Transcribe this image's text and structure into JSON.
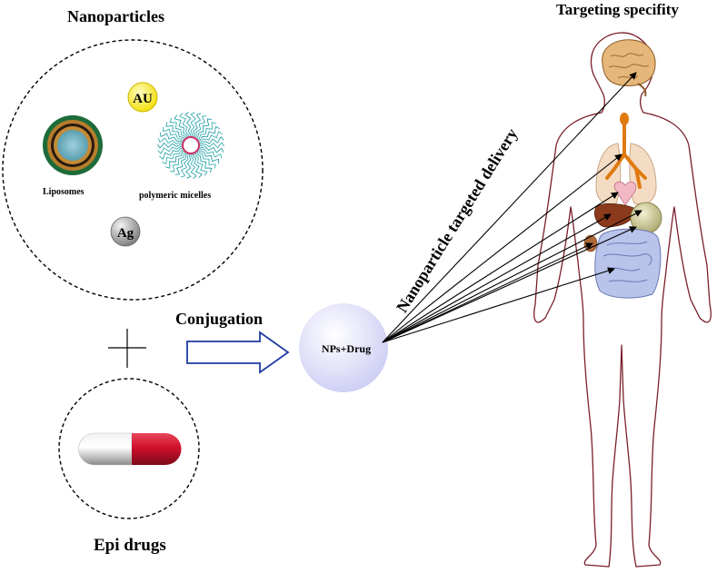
{
  "nanoparticles": {
    "title": "Nanoparticles",
    "liposomes_label": "Liposomes",
    "micelles_label": "polymeric micelles",
    "gold_label": "AU",
    "silver_label": "Ag"
  },
  "conjugation_label": "Conjugation",
  "np_drug_label": "NPs+Drug",
  "epi_drugs_label": "Epi drugs",
  "delivery_label": "Nanoparticle targeted delivery",
  "targeting_title": "Targeting specifity",
  "colors": {
    "arrow_outline": "#1f3aa0",
    "body_outline": "#7a1f2a",
    "capsule_red": "#c8102e",
    "gold_fill": "#ffee22",
    "brain": "#e6b77a",
    "lungs": "#f4dcc4",
    "intestine": "#b9c4ea",
    "liver": "#8b3a1c",
    "stomach": "#d8d6a8"
  }
}
